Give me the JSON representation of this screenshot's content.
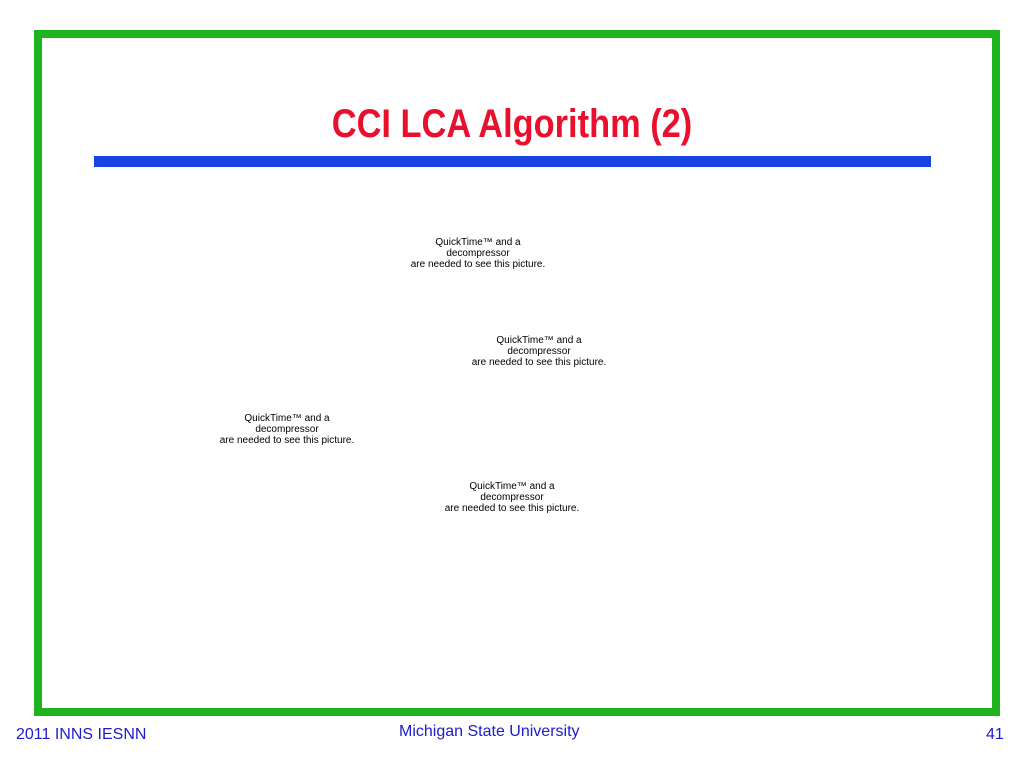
{
  "slide": {
    "title": "CCI LCA Algorithm (2)",
    "colors": {
      "frame": "#1fb31f",
      "title": "#e8102c",
      "rule": "#1744e0",
      "footer": "#1b1bd0"
    }
  },
  "placeholders": [
    {
      "line1": "QuickTime™ and a",
      "line2": "decompressor",
      "line3": "are needed to see this picture."
    },
    {
      "line1": "QuickTime™ and a",
      "line2": "decompressor",
      "line3": "are needed to see this picture."
    },
    {
      "line1": "QuickTime™ and a",
      "line2": "decompressor",
      "line3": "are needed to see this picture."
    },
    {
      "line1": "QuickTime™ and a",
      "line2": "decompressor",
      "line3": "are needed to see this picture."
    }
  ],
  "footer": {
    "left": "2011 INNS IESNN",
    "center": "Michigan State University",
    "page_number": "41"
  }
}
